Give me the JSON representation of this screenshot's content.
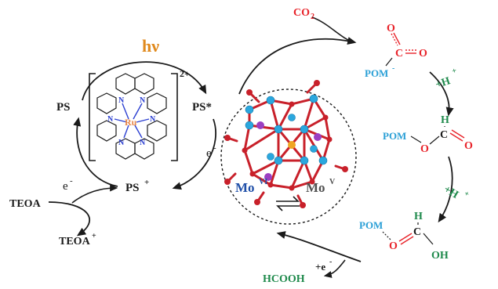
{
  "photo_cycle": {
    "hv": "hν",
    "ps": "PS",
    "ps_star": "PS*",
    "ps_plus": "PS",
    "ps_plus_sup": "+",
    "e_minus_right": "e",
    "e_minus_left": "e",
    "e_sup": "-",
    "complex_charge": "2+",
    "ru": "Ru",
    "n": "N",
    "teoa": "TEOA",
    "teoa_plus": "TEOA",
    "teoa_plus_sup": "+"
  },
  "pom_center": {
    "mo_vi": "Mo",
    "mo_vi_sup": "VI",
    "mo_v": "Mo",
    "mo_v_sup": "V"
  },
  "catalytic_cycle": {
    "co2": "CO",
    "co2_sub": "2",
    "int1": {
      "o_top": "O",
      "c": "C",
      "o_right": "O",
      "pom": "POM",
      "pom_sup": "-"
    },
    "h_plus_1": "+H",
    "h_plus_1_sup": "+",
    "int2": {
      "pom": "POM",
      "o": "O",
      "c": "C",
      "h": "H",
      "o_right": "O"
    },
    "h_plus_2": "+H",
    "h_plus_2_sup": "+",
    "int3": {
      "pom": "POM",
      "o": "O",
      "c": "C",
      "h": "H",
      "oh": "OH"
    },
    "hcooh": "HCOOH",
    "plus_e": "+e",
    "plus_e_sup": "-"
  },
  "colors": {
    "text_black": "#1a1a1a",
    "hv_orange": "#e08a1e",
    "co2_red": "#e8232a",
    "pom_blue": "#2a9fd6",
    "proton_green": "#1f8a4c",
    "ru_orange": "#e8874a",
    "n_blue": "#2b3fd1",
    "mo_blue": "#2aa7de",
    "o_red": "#c8202a"
  }
}
